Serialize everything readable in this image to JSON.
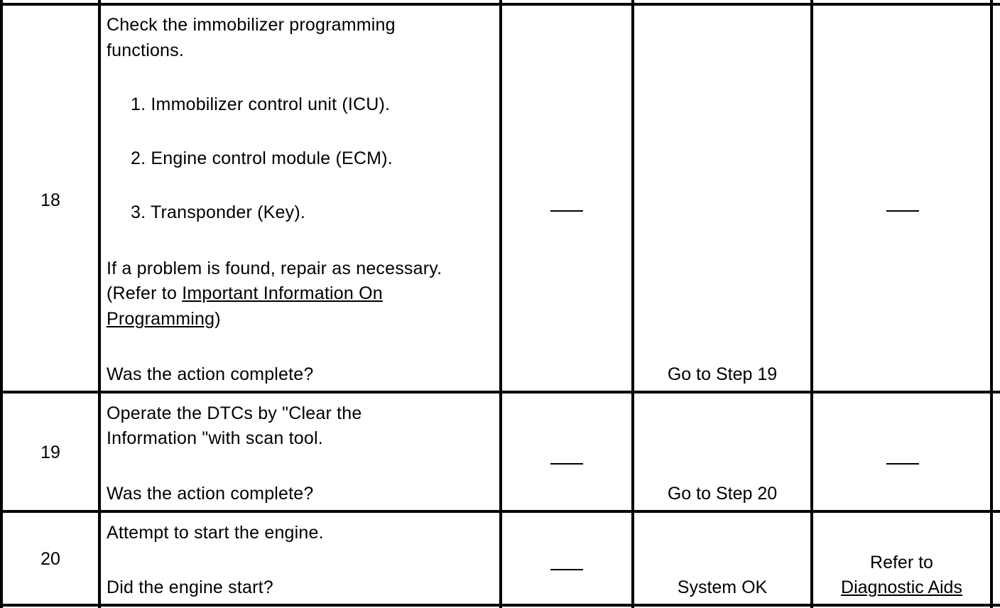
{
  "rows": [
    {
      "step": "18",
      "action": {
        "intro_line1": "Check the immobilizer programming",
        "intro_line2": "functions.",
        "items": [
          "1. Immobilizer control unit (ICU).",
          "2. Engine control module (ECM).",
          "3. Transponder (Key)."
        ],
        "repair_line": "If a problem is found, repair as necessary.",
        "refer_prefix": "(Refer to ",
        "refer_link_line1": "Important Information On",
        "refer_link_line2": "Programming",
        "refer_suffix": ")",
        "question": "Was the action complete?"
      },
      "value": "—",
      "yes": "Go to Step 19",
      "no": "—"
    },
    {
      "step": "19",
      "action": {
        "line1": "Operate the DTCs by \"Clear the",
        "line2": "Information \"with scan tool.",
        "question": "Was the action complete?"
      },
      "value": "—",
      "yes": "Go to Step 20",
      "no": "—"
    },
    {
      "step": "20",
      "action": {
        "line1": "Attempt to start the engine.",
        "question": "Did the engine start?"
      },
      "value": "—",
      "yes": "System OK",
      "no_prefix": "Refer to",
      "no_link": "Diagnostic Aids"
    }
  ]
}
